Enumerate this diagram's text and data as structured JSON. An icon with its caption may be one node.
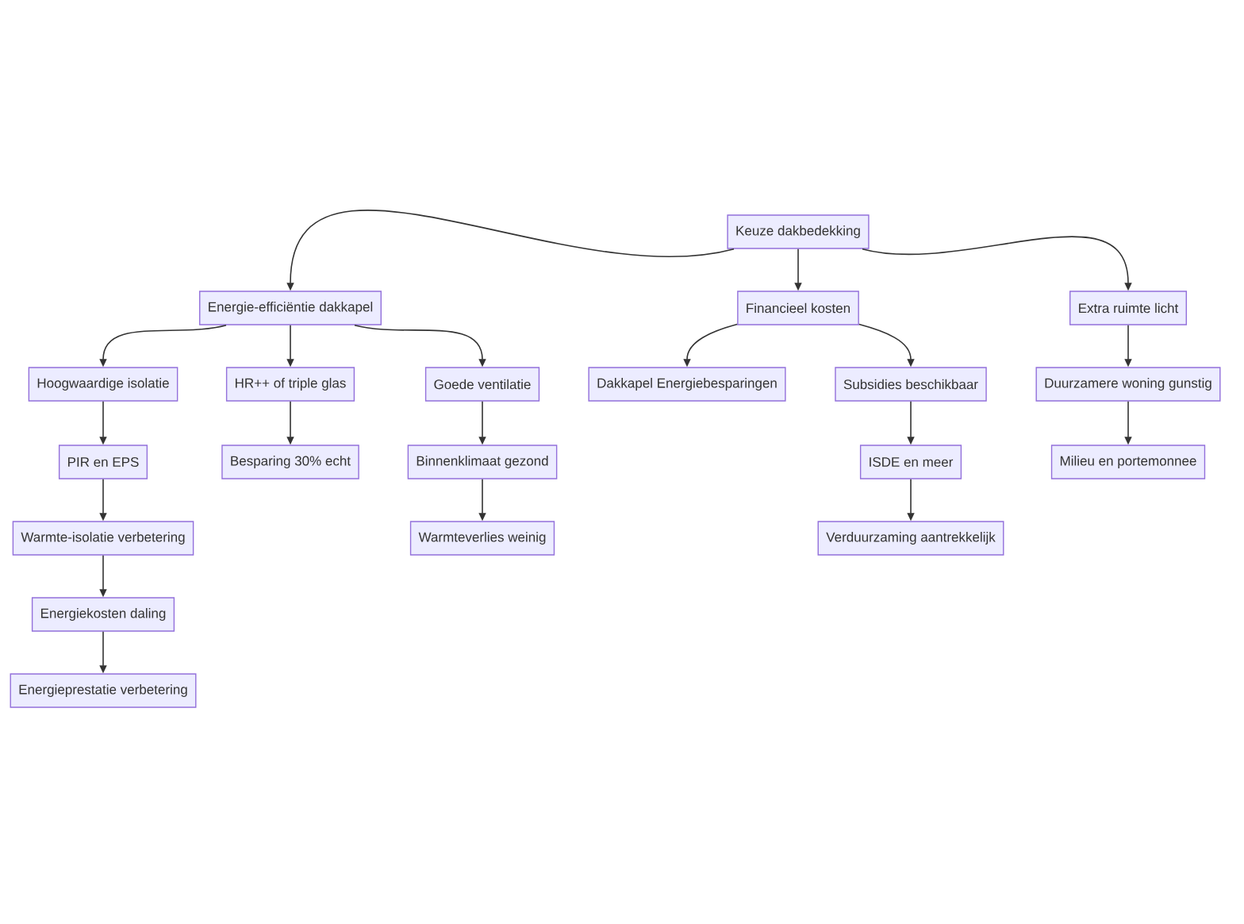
{
  "diagram": {
    "nodes": [
      {
        "text": [
          "Keuze dakbedekking"
        ]
      },
      {
        "text": [
          "Energie-efficiëntie dakkapel"
        ]
      },
      {
        "text": [
          "Financieel kosten"
        ]
      },
      {
        "text": [
          "Extra ruimte licht"
        ]
      },
      {
        "text": [
          "Hoogwaardige isolatie"
        ]
      },
      {
        "text": [
          "HR++ of triple glas"
        ]
      },
      {
        "text": [
          "Goede ventilatie"
        ]
      },
      {
        "text": [
          "Dakkapel Energiebesparingen"
        ]
      },
      {
        "text": [
          "Subsidies beschikbaar"
        ]
      },
      {
        "text": [
          "Duurzamere woning gunstig"
        ]
      },
      {
        "text": [
          "PIR en EPS"
        ]
      },
      {
        "text": [
          "Besparing 30% echt"
        ]
      },
      {
        "text": [
          "Binnenklimaat gezond"
        ]
      },
      {
        "text": [
          "ISDE en meer"
        ]
      },
      {
        "text": [
          "Milieu en portemonnee"
        ]
      },
      {
        "text": [
          "Warmte-isolatie verbetering"
        ]
      },
      {
        "text": [
          "Warmteverlies weinig"
        ]
      },
      {
        "text": [
          "Verduurzaming aantrekkelijk"
        ]
      },
      {
        "text": [
          "Energiekosten daling"
        ]
      },
      {
        "text": [
          "Energieprestatie verbetering"
        ]
      }
    ],
    "edges": [
      {
        "from": 0,
        "to": 1,
        "arrow": "to"
      },
      {
        "from": 0,
        "to": 2,
        "arrow": "to"
      },
      {
        "from": 0,
        "to": 3,
        "arrow": "to"
      },
      {
        "from": 1,
        "to": 4,
        "arrow": "to"
      },
      {
        "from": 1,
        "to": 5,
        "arrow": "to"
      },
      {
        "from": 1,
        "to": 6,
        "arrow": "to"
      },
      {
        "from": 2,
        "to": 7,
        "arrow": "to"
      },
      {
        "from": 2,
        "to": 8,
        "arrow": "to"
      },
      {
        "from": 3,
        "to": 9,
        "arrow": "to"
      },
      {
        "from": 4,
        "to": 10,
        "arrow": "to"
      },
      {
        "from": 5,
        "to": 11,
        "arrow": "to"
      },
      {
        "from": 6,
        "to": 12,
        "arrow": "to"
      },
      {
        "from": 8,
        "to": 13,
        "arrow": "to"
      },
      {
        "from": 9,
        "to": 14,
        "arrow": "to"
      },
      {
        "from": 10,
        "to": 15,
        "arrow": "to"
      },
      {
        "from": 12,
        "to": 16,
        "arrow": "to"
      },
      {
        "from": 13,
        "to": 17,
        "arrow": "to"
      },
      {
        "from": 15,
        "to": 18,
        "arrow": "to"
      },
      {
        "from": 18,
        "to": 19,
        "arrow": "to"
      }
    ]
  }
}
